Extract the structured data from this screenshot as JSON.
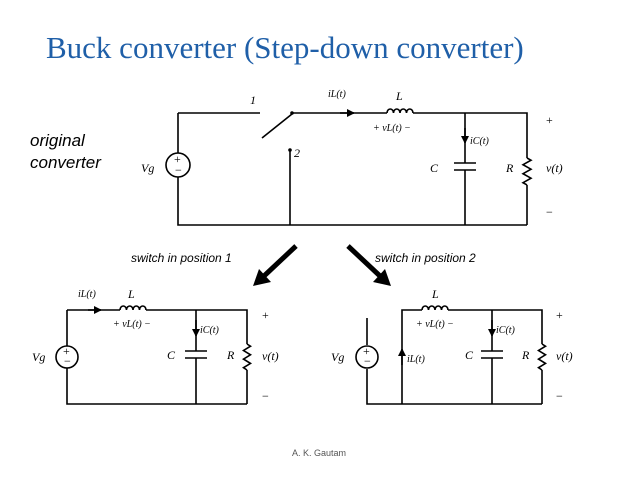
{
  "slide": {
    "title": "Buck converter (Step-down converter)",
    "footer": "A. K. Gautam"
  },
  "top_circuit": {
    "label_line1": "original",
    "label_line2": "converter",
    "source": "Vg",
    "switch_pos1": "1",
    "switch_pos2": "2",
    "inductor_current": "iL(t)",
    "inductor": "L",
    "inductor_voltage": "+ vL(t) −",
    "capacitor_current": "iC(t)",
    "capacitor": "C",
    "resistor": "R",
    "output_voltage": "v(t)",
    "plus": "+",
    "minus": "−"
  },
  "arrows": {
    "left_label": "switch in position 1",
    "right_label": "switch in position 2"
  },
  "left_circuit": {
    "source": "Vg",
    "inductor_current": "iL(t)",
    "inductor": "L",
    "inductor_voltage": "+ vL(t) −",
    "capacitor_current": "iC(t)",
    "capacitor": "C",
    "resistor": "R",
    "output_voltage": "v(t)",
    "plus": "+",
    "minus": "−"
  },
  "right_circuit": {
    "source": "Vg",
    "inductor": "L",
    "inductor_voltage": "+ vL(t) −",
    "inductor_current": "iL(t)",
    "capacitor_current": "iC(t)",
    "capacitor": "C",
    "resistor": "R",
    "output_voltage": "v(t)",
    "plus": "+",
    "minus": "−"
  }
}
